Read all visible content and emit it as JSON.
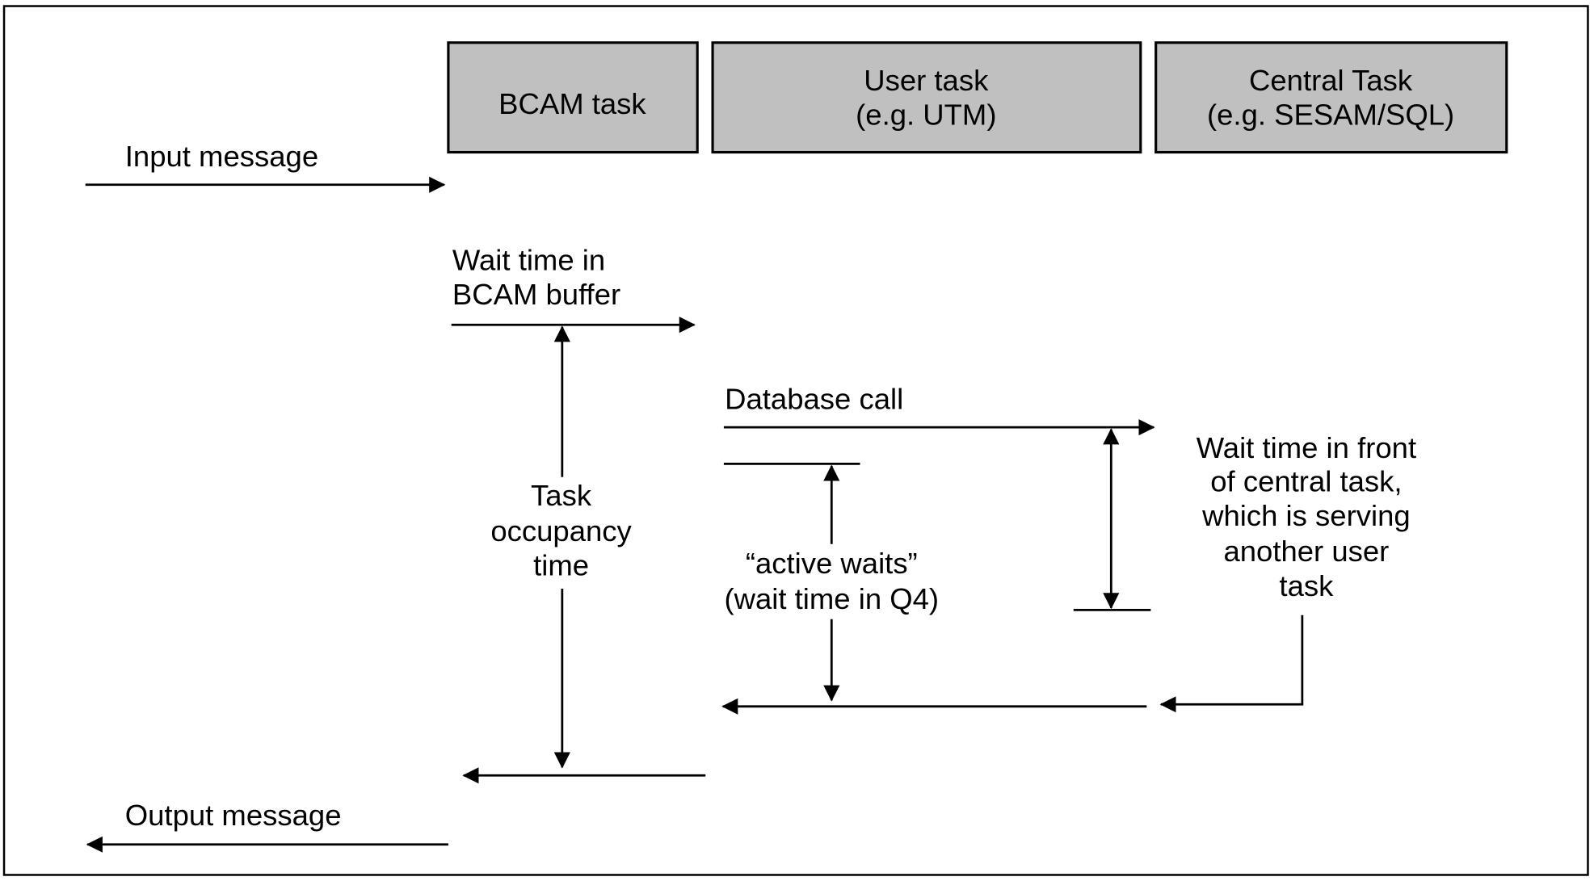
{
  "diagram": {
    "colors": {
      "box_fill": "#c0c0c0",
      "line": "#000000",
      "background": "#ffffff"
    },
    "tasks": [
      {
        "lines": [
          "BCAM task"
        ]
      },
      {
        "lines": [
          "User task",
          "(e.g. UTM)"
        ]
      },
      {
        "lines": [
          "Central Task",
          "(e.g. SESAM/SQL)"
        ]
      }
    ],
    "labels": {
      "input_message": "Input message",
      "output_message": "Output message",
      "wait_bcam": [
        "Wait time in",
        "BCAM buffer"
      ],
      "task_occupancy": [
        "Task",
        "occupancy",
        "time"
      ],
      "database_call": "Database call",
      "active_waits": [
        "“active waits”",
        "(wait time in Q4)"
      ],
      "wait_central": [
        "Wait time in front",
        "of central task,",
        "which is serving",
        "another user",
        "task"
      ]
    }
  }
}
